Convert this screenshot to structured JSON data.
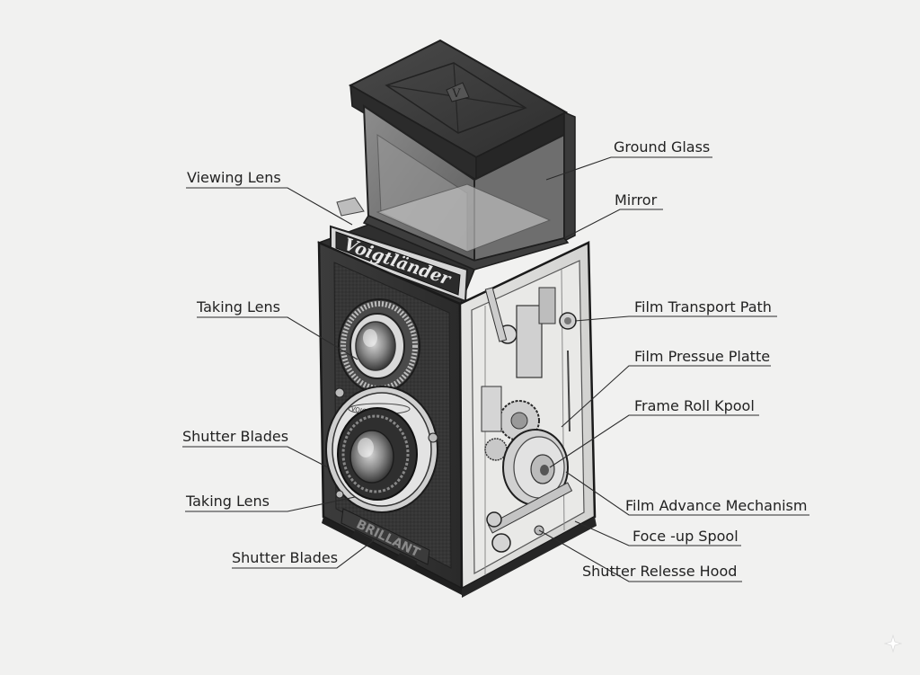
{
  "diagram": {
    "brand_mark": "Voigtländer",
    "model_mark": "BRILLANT",
    "lens_ring_text": "VOIGTLANDER",
    "hood_emblem": "V",
    "colors": {
      "background": "#f1f1f0",
      "body_dark": "#3a3a3a",
      "body_mid": "#5a5a5a",
      "metal": "#c9c9c9",
      "glass": "#7a7a7a",
      "line": "#2b2b2b"
    },
    "labels_left": [
      {
        "id": "viewing-lens",
        "text": "Viewing Lens"
      },
      {
        "id": "taking-lens-upper",
        "text": "Taking Lens"
      },
      {
        "id": "shutter-blades-upper",
        "text": "Shutter Blades"
      },
      {
        "id": "taking-lens-lower",
        "text": "Taking Lens"
      },
      {
        "id": "shutter-blades-lower",
        "text": "Shutter Blades"
      }
    ],
    "labels_right": [
      {
        "id": "ground-glass",
        "text": "Ground Glass"
      },
      {
        "id": "mirror",
        "text": "Mirror"
      },
      {
        "id": "film-transport-path",
        "text": "Film Transport Path"
      },
      {
        "id": "film-pressure-plate",
        "text": "Film Pressue Platte"
      },
      {
        "id": "frame-roll-spool",
        "text": "Frame Roll Kpool"
      },
      {
        "id": "film-advance-mechanism",
        "text": "Film Advance Mechanism"
      },
      {
        "id": "take-up-spool",
        "text": "Foce -up Spool"
      },
      {
        "id": "shutter-release-hood",
        "text": "Shutter Relesse Hood"
      }
    ]
  }
}
